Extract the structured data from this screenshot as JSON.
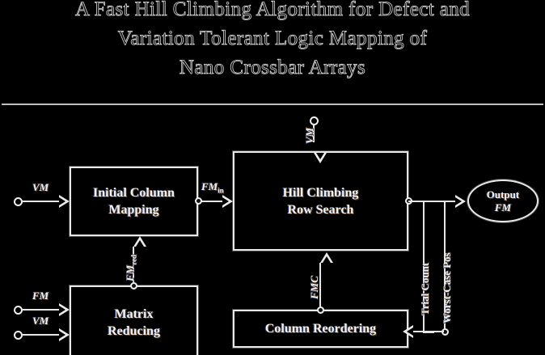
{
  "title": {
    "line1": "A Fast Hill Climbing Algorithm for Defect and",
    "line2": "Variation Tolerant Logic Mapping of",
    "line3": "Nano Crossbar Arrays"
  },
  "colors": {
    "background": "#000000",
    "stroke": "#e8e8e8",
    "text": "#f2f2f2",
    "rule": "#bfbfbf"
  },
  "diagram": {
    "blocks": [
      {
        "id": "initial-column-mapping",
        "line1": "Initial Column",
        "line2": "Mapping"
      },
      {
        "id": "hill-climbing-row-search",
        "line1": "Hill Climbing",
        "line2": "Row Search"
      },
      {
        "id": "matrix-reducing",
        "line1": "Matrix",
        "line2": "Reducing"
      },
      {
        "id": "column-reordering",
        "line1": "Column Reordering",
        "line2": ""
      }
    ],
    "terminal": {
      "id": "output-fm",
      "line1": "Output",
      "line2": "FM"
    },
    "edge_labels": {
      "vm_left": "VM",
      "vm_top": "VM",
      "fm_in_base": "FM",
      "fm_in_sub": "in",
      "fm_red_base": "FM",
      "fm_red_sub": "red",
      "fmc": "FMC",
      "fm_matrix": "FM",
      "vm_matrix": "VM",
      "trial_count": "Trial Count",
      "worst_case_pos": "Worst-Case Pos"
    }
  }
}
